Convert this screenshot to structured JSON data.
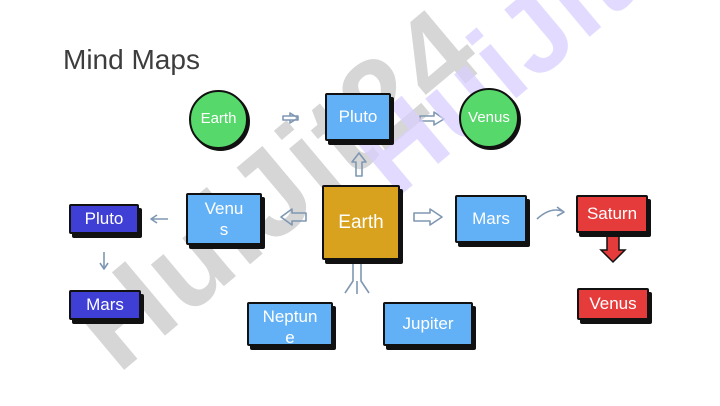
{
  "title": "Mind Maps",
  "watermark": "HuiJit24",
  "colors": {
    "blue": "#62b1f6",
    "green": "#56d86a",
    "indigo": "#3f3fd6",
    "red": "#e63b3b",
    "gold": "#d9a21e",
    "watermark_gray": "#cfcfcf",
    "watermark_purple": "#d9d0ff"
  },
  "nodes": {
    "center": "Earth",
    "top": "Pluto",
    "top_left_circle": "Earth",
    "top_right_circle": "Venus",
    "left": "Venus",
    "far_left_top": "Pluto",
    "far_left_bottom": "Mars",
    "right": "Mars",
    "far_right_top": "Saturn",
    "far_right_bottom": "Venus",
    "bottom_left": "Neptune",
    "bottom_right": "Jupiter"
  }
}
